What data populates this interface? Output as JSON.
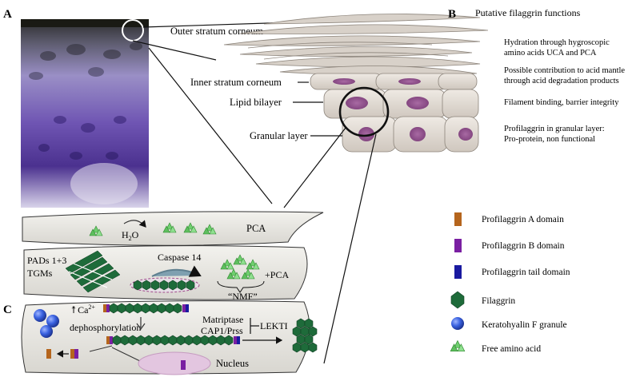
{
  "panels": {
    "a_label": "A",
    "b_label": "B",
    "c_label": "C",
    "b_title": "Putative filaggrin functions"
  },
  "layers": {
    "outer": "Outer stratum corneum",
    "inner": "Inner stratum corneum",
    "lipid": "Lipid bilayer",
    "granular": "Granular layer"
  },
  "functions": {
    "f1_line1": "Hydration through hygroscopic",
    "f1_line2": "amino acids UCA and PCA",
    "f2_line1": "Possible contribution to acid mantle",
    "f2_line2": "through acid degradation products",
    "f3": "Filament binding, barrier integrity",
    "f4_line1": "Profilaggrin in granular layer:",
    "f4_line2": "Pro-protein, non functional"
  },
  "panel_c": {
    "top_water": "H",
    "top_water_sub": "2",
    "top_water_end": "O",
    "top_pca": "PCA",
    "pads": "PADs 1+3",
    "tgms": "TGMs",
    "caspase": "Caspase 14",
    "plus_pca": "+PCA",
    "nmf": "“NMF”",
    "calcium": "Ca",
    "calcium_sup": "2+",
    "dephos": "dephosphorylation",
    "matriptase": "Matriptase",
    "cap1": "CAP1/Prss",
    "lekti": "LEKTI",
    "nucleus": "Nucleus"
  },
  "legend": [
    {
      "label": "Profilaggrin A domain",
      "icon": "orange-bar",
      "color": "#b5651d"
    },
    {
      "label": "Profilaggrin B domain",
      "icon": "purple-bar",
      "color": "#7a1fa2"
    },
    {
      "label": "Profilaggrin tail domain",
      "icon": "blue-bar",
      "color": "#1a1aa0"
    },
    {
      "label": "Filaggrin",
      "icon": "green-hexagon",
      "color": "#1e6b3a"
    },
    {
      "label": "Keratohyalin F granule",
      "icon": "blue-sphere",
      "color": "#2b55d9"
    },
    {
      "label": "Free amino acid",
      "icon": "green-triangle-cluster",
      "color": "#5fbf5f"
    }
  ]
}
